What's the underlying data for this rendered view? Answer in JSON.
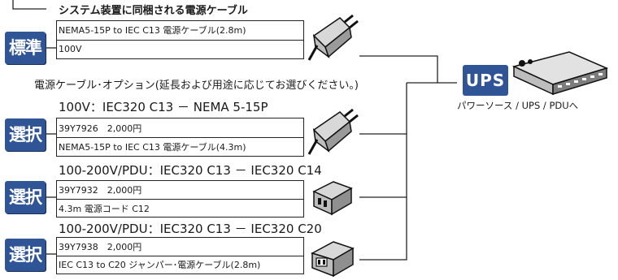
{
  "standard": {
    "badge": "標準",
    "heading": "システム装置に同梱される電源ケーブル",
    "row1": "NEMA5-15P to IEC C13 電源ケーブル(2.8m)",
    "row2": "100V"
  },
  "options_note": "電源ケーブル･オプション(延長および用途に応じてお選びください。)",
  "options": [
    {
      "badge": "選択",
      "heading": "100V：IEC320 C13 － NEMA 5-15P",
      "row1": "39Y7926　2,000円",
      "row2": "NEMA5-15P to IEC C13 電源ケーブル(4.3m)"
    },
    {
      "badge": "選択",
      "heading": "100-200V/PDU：IEC320 C13 － IEC320 C14",
      "row1": "39Y7932　2,000円",
      "row2": "4.3m 電源コード C12"
    },
    {
      "badge": "選択",
      "heading": "100-200V/PDU：IEC320 C13 － IEC320 C20",
      "row1": "39Y7938　2,000円",
      "row2": "IEC C13 to C20 ジャンパー･電源ケーブル(2.8m)"
    }
  ],
  "destination": {
    "ups_badge": "UPS",
    "label": "パワーソース / UPS / PDUへ"
  },
  "icons": [
    "nema-plug-icon",
    "c14-plug-icon",
    "c20-plug-icon",
    "ups-icon",
    "pdu-strip-icon"
  ],
  "colors": {
    "badge": "#2f5597",
    "line": "#222222"
  }
}
